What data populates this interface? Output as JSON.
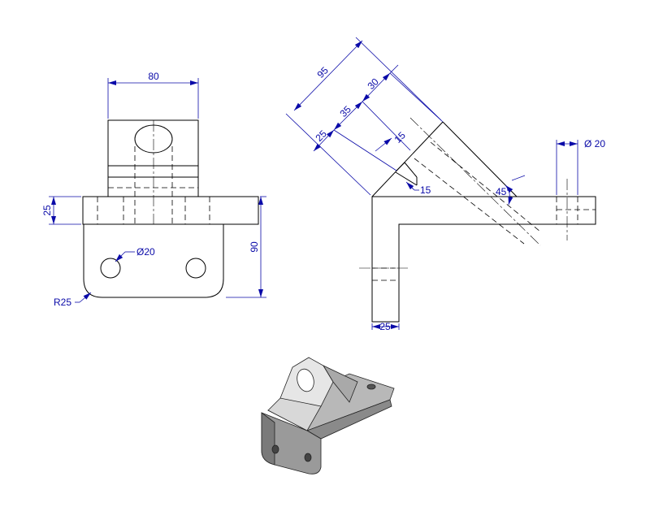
{
  "colors": {
    "dimension": "#0a0aa8",
    "outline": "#000000",
    "shade_light": "#e4e4e4",
    "shade_mid": "#b4b4b4",
    "shade_dark": "#7c7c7c"
  },
  "dimensions": {
    "front_width": "80",
    "front_thickness": "25",
    "front_height": "90",
    "front_hole_dia": "Ø20",
    "front_radius": "R25",
    "side_length": "95",
    "side_top": "30",
    "side_mid": "35",
    "side_low": "25",
    "side_slot_w": "15",
    "side_slot_d": "15",
    "side_angle": "45°",
    "side_hole_dia": "Ø 20",
    "side_base": "25"
  }
}
